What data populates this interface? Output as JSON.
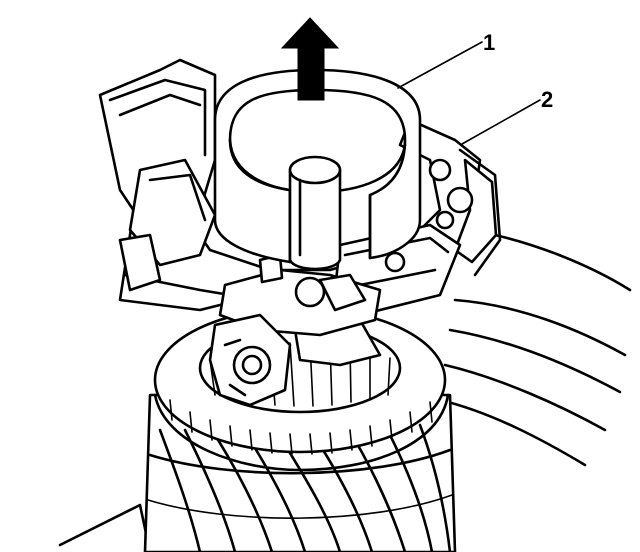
{
  "callouts": [
    {
      "id": "1",
      "label": "1"
    },
    {
      "id": "2",
      "label": "2"
    }
  ],
  "icons": {
    "direction": "arrow-up-icon"
  },
  "colors": {
    "ink": "#000000",
    "paper": "#ffffff"
  }
}
